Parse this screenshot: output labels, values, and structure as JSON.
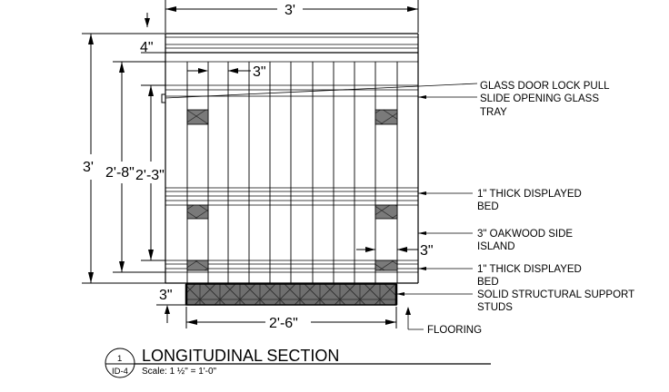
{
  "dimensions": {
    "overall_width": "3'",
    "top_band": "4\"",
    "stud_width": "3\"",
    "overall_height": "3'",
    "height_2_8": "2'-8\"",
    "height_2_3": "2'-3\"",
    "side_right": "3\"",
    "base": "3\"",
    "support_width": "2'-6\""
  },
  "annotations": [
    {
      "lines": [
        "GLASS DOOR LOCK PULL"
      ]
    },
    {
      "lines": [
        "SLIDE OPENING GLASS",
        "TRAY"
      ]
    },
    {
      "lines": [
        "1\" THICK DISPLAYED",
        "BED"
      ]
    },
    {
      "lines": [
        "3\" OAKWOOD SIDE",
        "ISLAND"
      ]
    },
    {
      "lines": [
        "1\" THICK DISPLAYED",
        "BED"
      ]
    },
    {
      "lines": [
        "SOLID STRUCTURAL SUPPORT",
        "STUDS"
      ]
    },
    {
      "lines": [
        "FLOORING"
      ]
    }
  ],
  "title_block": {
    "number": "1",
    "sheet": "ID-4",
    "title": "LONGITUDINAL SECTION",
    "scale": "Scale: 1 ½\" = 1'-0\""
  }
}
